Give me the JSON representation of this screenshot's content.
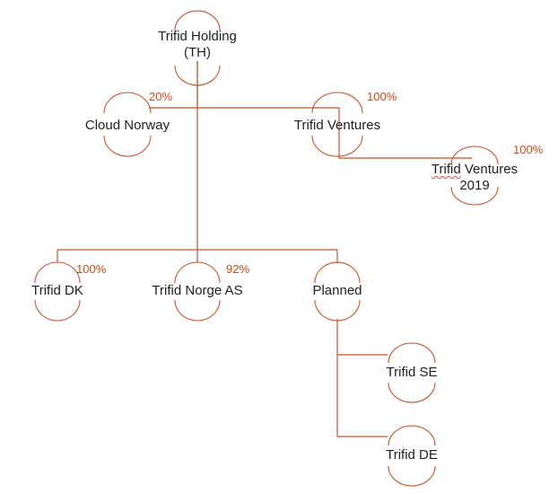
{
  "diagram": {
    "accent_color": "#c5542b",
    "percent_color": "#d04a16",
    "text_color": "#1f1f1f",
    "nodes": {
      "th": {
        "line1": "Trifid Holding",
        "line2": "(TH)"
      },
      "cloud_norway": {
        "label": "Cloud Norway",
        "percent": "20%"
      },
      "trifid_ventures": {
        "label": "Trifid Ventures",
        "percent": "100%"
      },
      "trifid_ventures_2019": {
        "line1_word1": "Trifid",
        "line1_word2": "Ventures",
        "line2": "2019",
        "percent": "100%"
      },
      "trifid_dk": {
        "label": "Trifid DK",
        "percent": "100%"
      },
      "trifid_norge_as": {
        "label": "Trifid Norge AS",
        "percent": "92%"
      },
      "planned": {
        "label": "Planned"
      },
      "trifid_se": {
        "label": "Trifid SE"
      },
      "trifid_de": {
        "label": "Trifid DE"
      }
    }
  }
}
